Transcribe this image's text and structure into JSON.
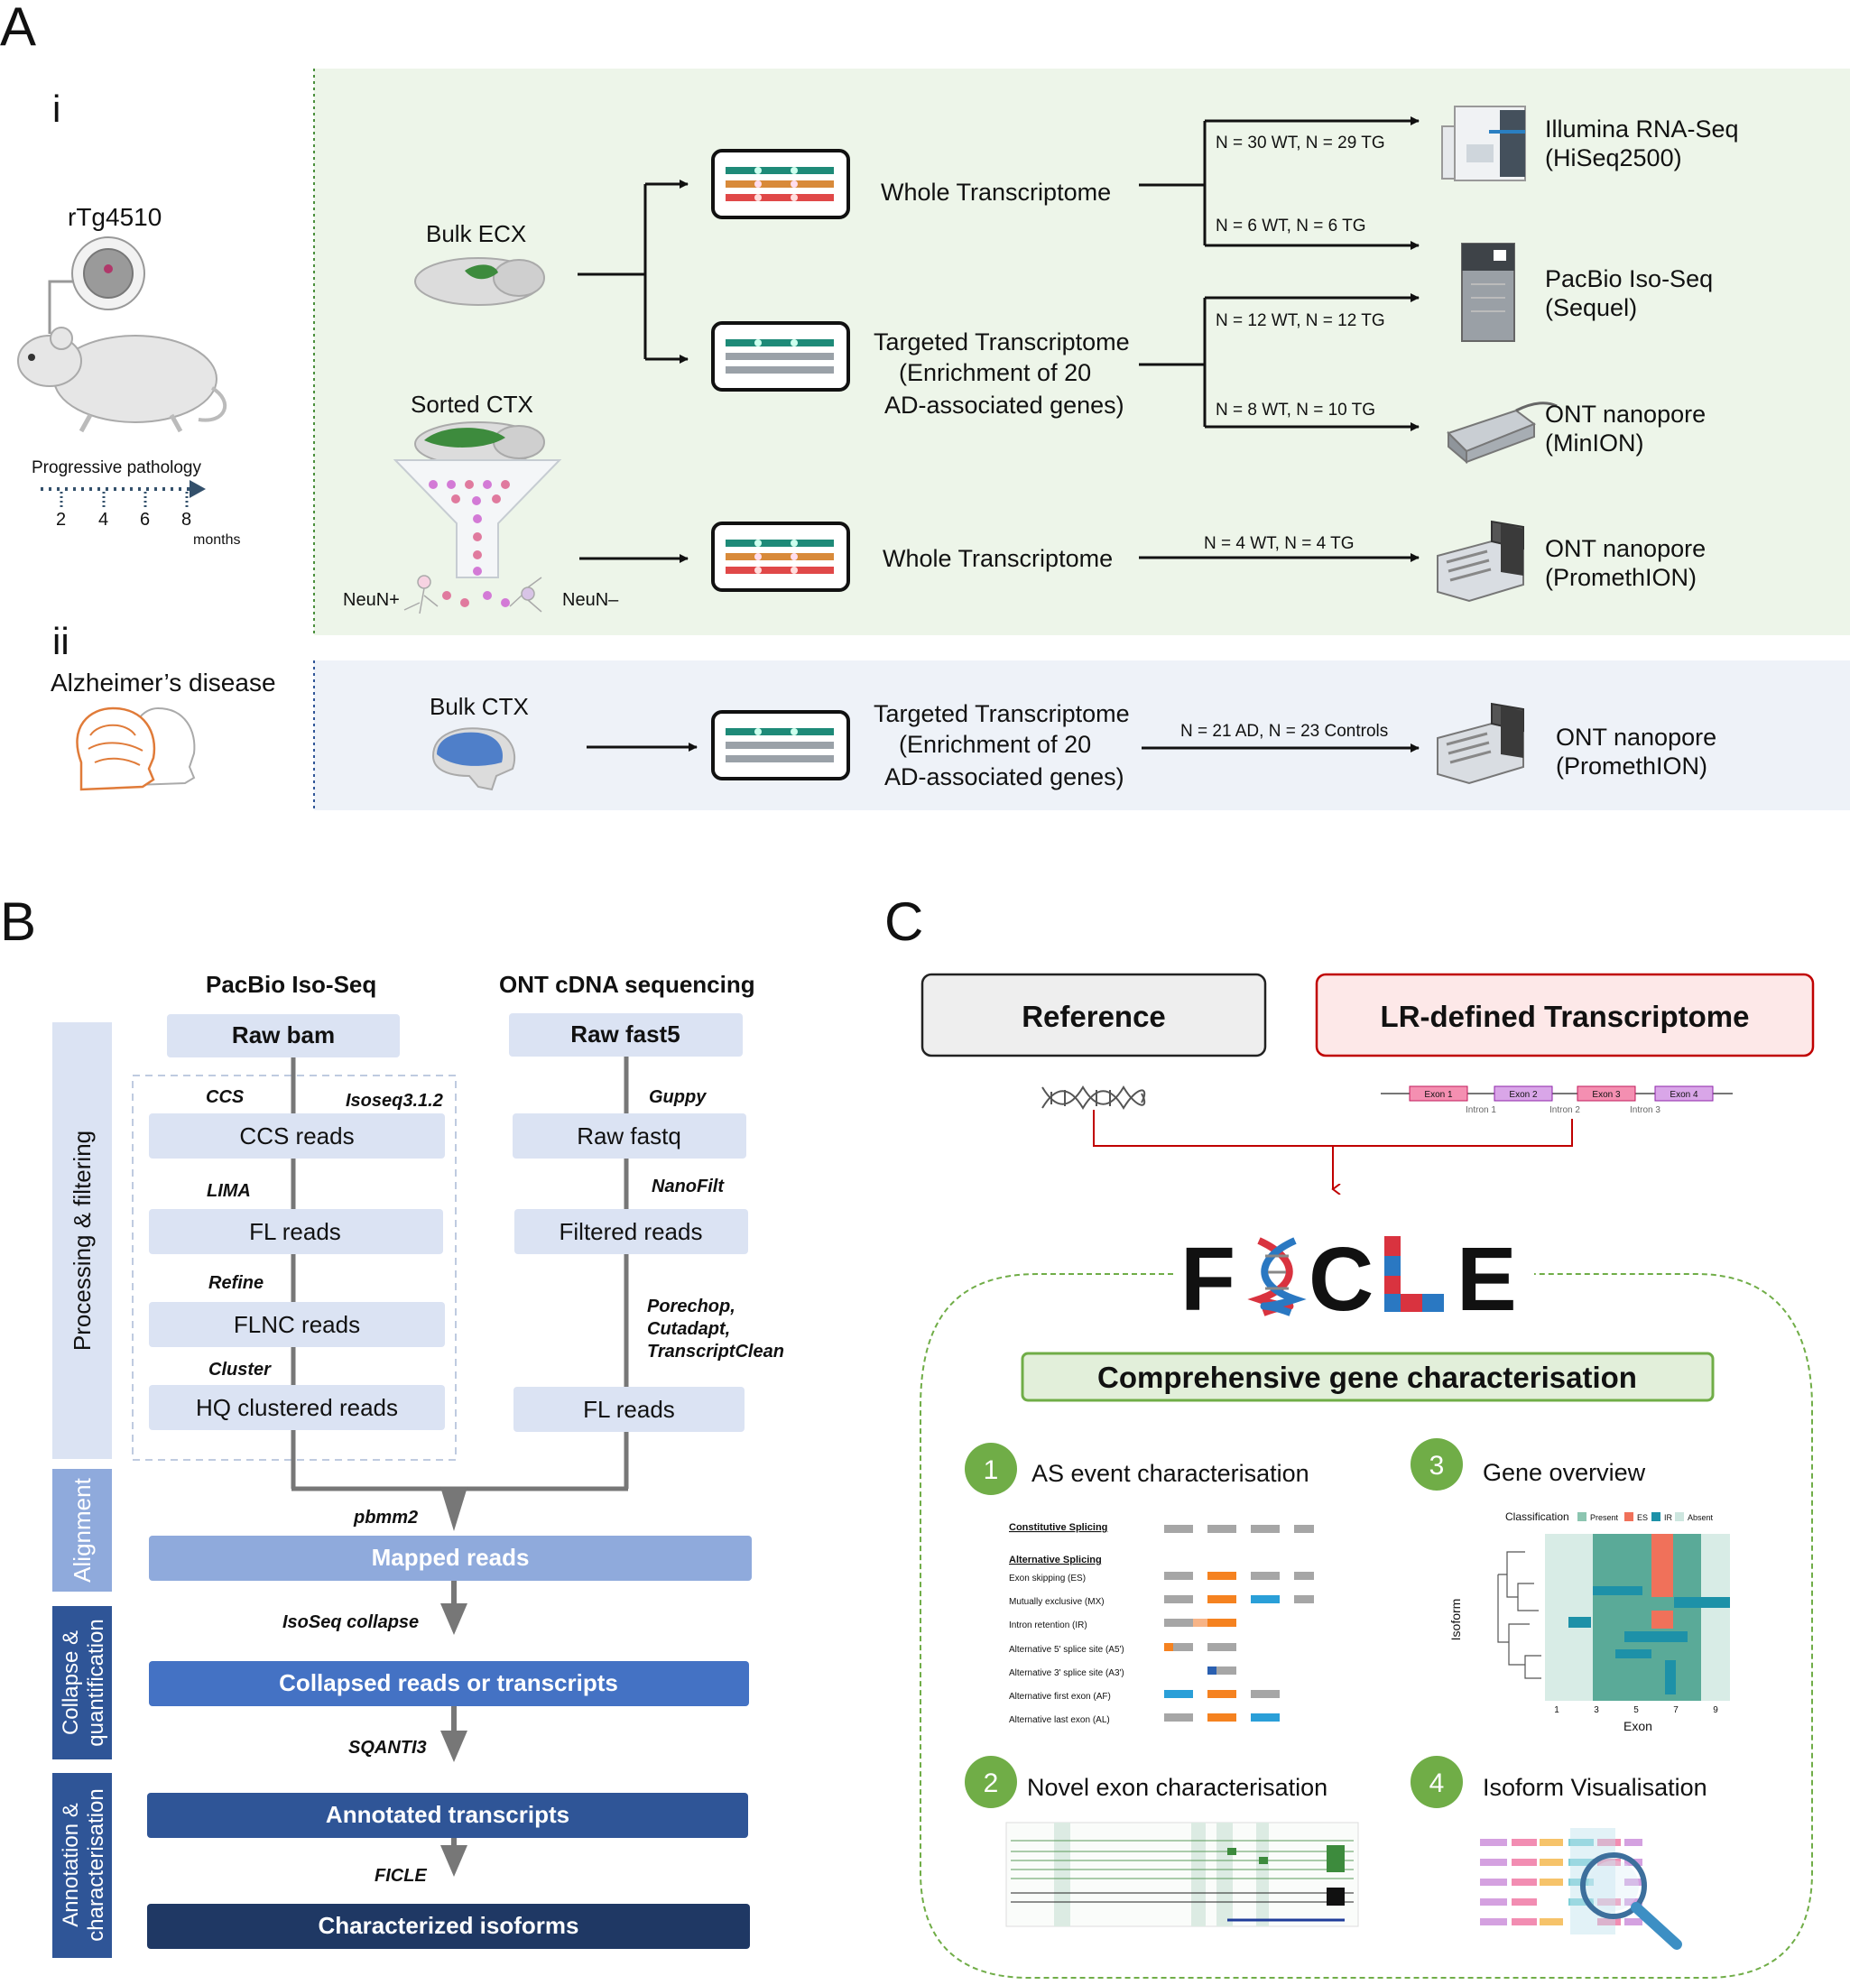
{
  "panelA": {
    "letter": "A",
    "sub_i": "i",
    "sub_ii": "ii",
    "mouse_model": "rTg4510",
    "pathology_label": "Progressive pathology",
    "months": [
      "2",
      "4",
      "6",
      "8"
    ],
    "months_unit": "months",
    "disease": "Alzheimer’s disease",
    "bulk_ecx": "Bulk ECX",
    "sorted_ctx": "Sorted CTX",
    "neun_pos": "NeuN+",
    "neun_neg": "NeuN–",
    "bulk_ctx": "Bulk CTX",
    "whole_transcriptome": "Whole Transcriptome",
    "targeted_l1": "Targeted Transcriptome",
    "targeted_l2": "(Enrichment of 20",
    "targeted_l3": "AD-associated genes)",
    "n_labels": {
      "wt30": "N = 30 WT, N = 29 TG",
      "wt6": "N = 6 WT, N = 6 TG",
      "wt12": "N = 12 WT, N = 12 TG",
      "wt8": "N = 8 WT, N = 10 TG",
      "wt4": "N = 4 WT, N = 4 TG",
      "ad21": "N = 21 AD, N = 23 Controls"
    },
    "platforms": {
      "illumina_1": "Illumina RNA-Seq",
      "illumina_2": "(HiSeq2500)",
      "pacbio_1": "PacBio Iso-Seq",
      "pacbio_2": "(Sequel)",
      "minion_1": "ONT nanopore",
      "minion_2": "(MinION)",
      "prom_1": "ONT nanopore",
      "prom_2": "(PromethION)",
      "prom2_1": "ONT nanopore",
      "prom2_2": "(PromethION)"
    }
  },
  "panelB": {
    "letter": "B",
    "col_pacbio": "PacBio Iso-Seq",
    "col_ont": "ONT cDNA sequencing",
    "side_processing": "Processing & filtering",
    "side_alignment": "Alignment",
    "side_collapse_1": "Collapse &",
    "side_collapse_2": "quantification",
    "side_annot_1": "Annotation &",
    "side_annot_2": "characterisation",
    "pacbio_steps": [
      "Raw bam",
      "CCS reads",
      "FL reads",
      "FLNC reads",
      "HQ clustered reads"
    ],
    "pacbio_tools": [
      "CCS",
      "Isoseq3.1.2",
      "LIMA",
      "Refine",
      "Cluster"
    ],
    "ont_steps": [
      "Raw fast5",
      "Raw fastq",
      "Filtered reads",
      "FL reads"
    ],
    "ont_tools": [
      "Guppy",
      "NanoFilt",
      "Porechop,",
      "Cutadapt,",
      "TranscriptClean"
    ],
    "main_steps": [
      "Mapped reads",
      "Collapsed reads or transcripts",
      "Annotated transcripts",
      "Characterized isoforms"
    ],
    "main_tools": [
      "pbmm2",
      "IsoSeq collapse",
      "SQANTI3",
      "FICLE"
    ]
  },
  "panelC": {
    "letter": "C",
    "reference": "Reference",
    "lr_defined": "LR-defined Transcriptome",
    "exons": [
      "Exon 1",
      "Exon 2",
      "Exon 3",
      "Exon 4"
    ],
    "introns": [
      "Intron 1",
      "Intron 2",
      "Intron 3"
    ],
    "ficle_f": "F",
    "ficle_c": "C",
    "ficle_e": "E",
    "comprehensive": "Comprehensive gene characterisation",
    "items": [
      {
        "num": "1",
        "label": "AS event characterisation"
      },
      {
        "num": "2",
        "label": "Novel exon characterisation"
      },
      {
        "num": "3",
        "label": "Gene overview"
      },
      {
        "num": "4",
        "label": "Isoform Visualisation"
      }
    ],
    "as_title1": "Constitutive Splicing",
    "as_title2": "Alternative Splicing",
    "as_events": [
      "Exon skipping (ES)",
      "Mutually exclusive (MX)",
      "Intron retention (IR)",
      "Alternative 5' splice site (A5')",
      "Alternative 3' splice site (A3')",
      "Alternative first exon (AF)",
      "Alternative last exon (AL)"
    ],
    "heat_classification": "Classification",
    "heat_legend": [
      "Present",
      "ES",
      "IR",
      "Absent"
    ],
    "heat_xlabel": "Exon",
    "heat_ylabel": "Isoform",
    "heat_ticks": [
      "1",
      "3",
      "5",
      "7",
      "9"
    ]
  },
  "colors": {
    "greenPanel": "#edf5e9",
    "bluePanel": "#eef2f8",
    "boxLight": "#dbe3f3",
    "mapped": "#8faadc",
    "collapsed": "#4472c4",
    "annotated": "#2f5597",
    "characterized": "#1f3864",
    "ficleRed": "#d9333f",
    "ficleBlue": "#2a78c2",
    "stepGreen": "#70ad47"
  }
}
